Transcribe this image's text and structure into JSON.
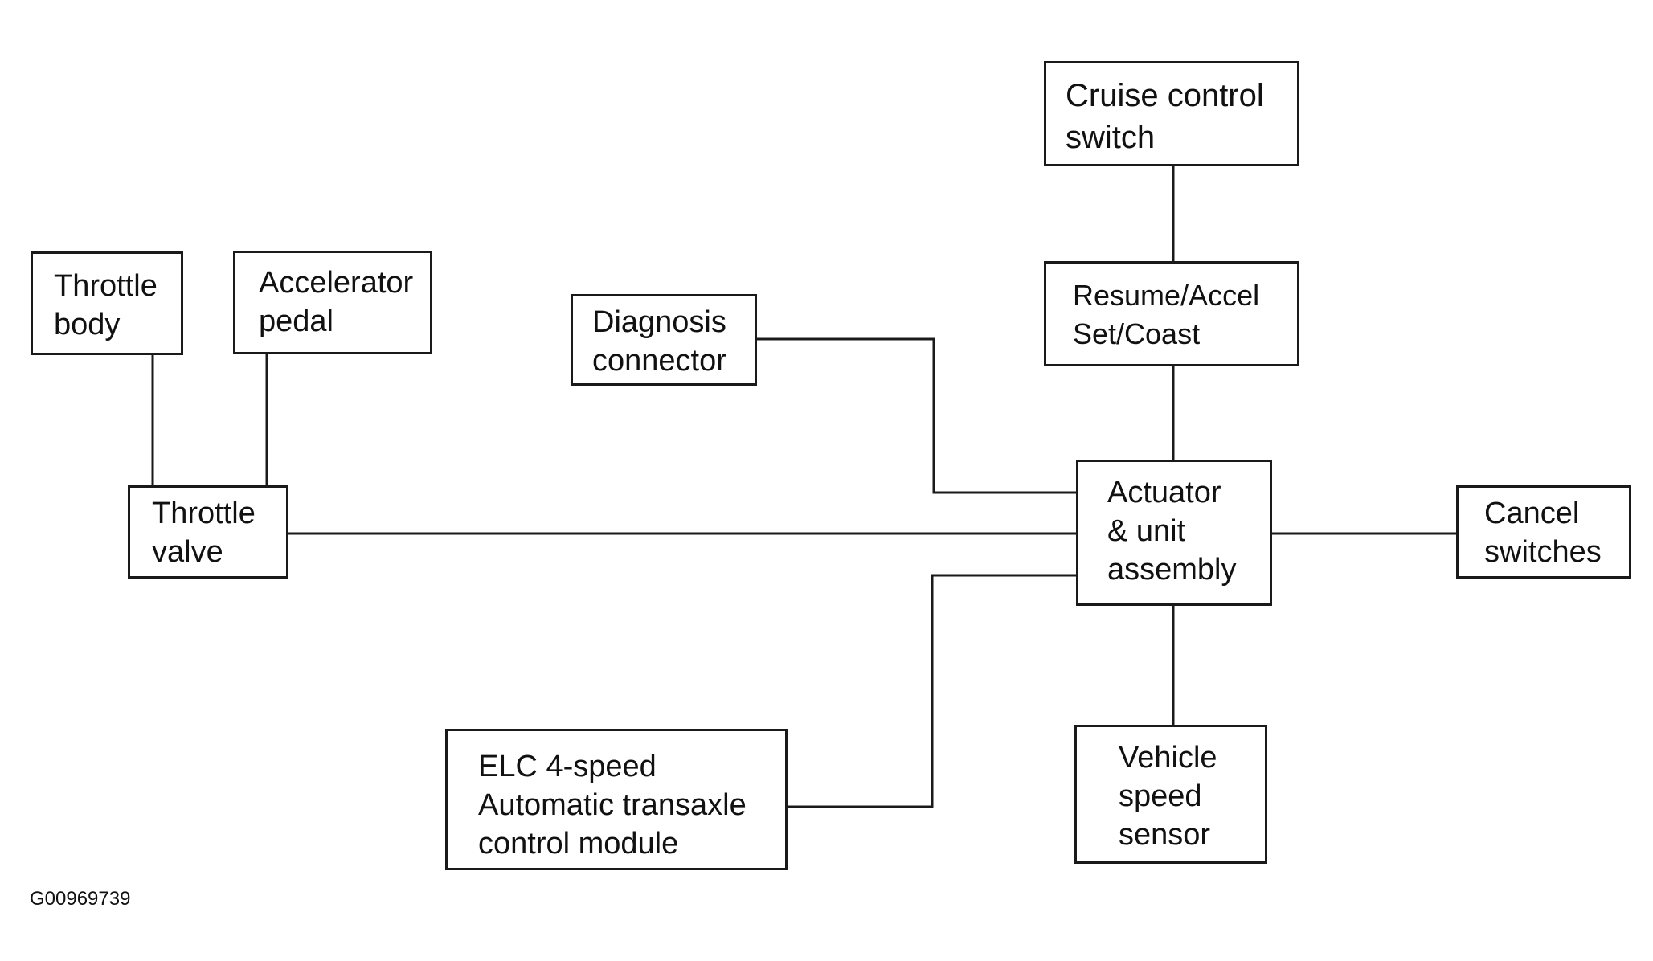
{
  "diagram": {
    "boxes": {
      "cruise_control_switch": "Cruise control\nswitch",
      "resume_accel": "Resume/Accel\nSet/Coast",
      "throttle_body": "Throttle\nbody",
      "accelerator_pedal": "Accelerator\npedal",
      "diagnosis_connector": "Diagnosis\nconnector",
      "actuator_unit": "Actuator\n& unit\nassembly",
      "throttle_valve": "Throttle\nvalve",
      "cancel_switches": "Cancel\nswitches",
      "elc_module": "ELC 4-speed\nAutomatic transaxle\ncontrol module",
      "vehicle_speed_sensor": "Vehicle\nspeed\nsensor"
    },
    "connections": [
      [
        "cruise_control_switch",
        "resume_accel"
      ],
      [
        "resume_accel",
        "actuator_unit"
      ],
      [
        "throttle_body",
        "throttle_valve"
      ],
      [
        "accelerator_pedal",
        "throttle_valve"
      ],
      [
        "throttle_valve",
        "actuator_unit"
      ],
      [
        "diagnosis_connector",
        "actuator_unit"
      ],
      [
        "elc_module",
        "actuator_unit"
      ],
      [
        "actuator_unit",
        "cancel_switches"
      ],
      [
        "actuator_unit",
        "vehicle_speed_sensor"
      ]
    ],
    "line_color": "#1a1a1a",
    "figure_id": "G00969739"
  }
}
